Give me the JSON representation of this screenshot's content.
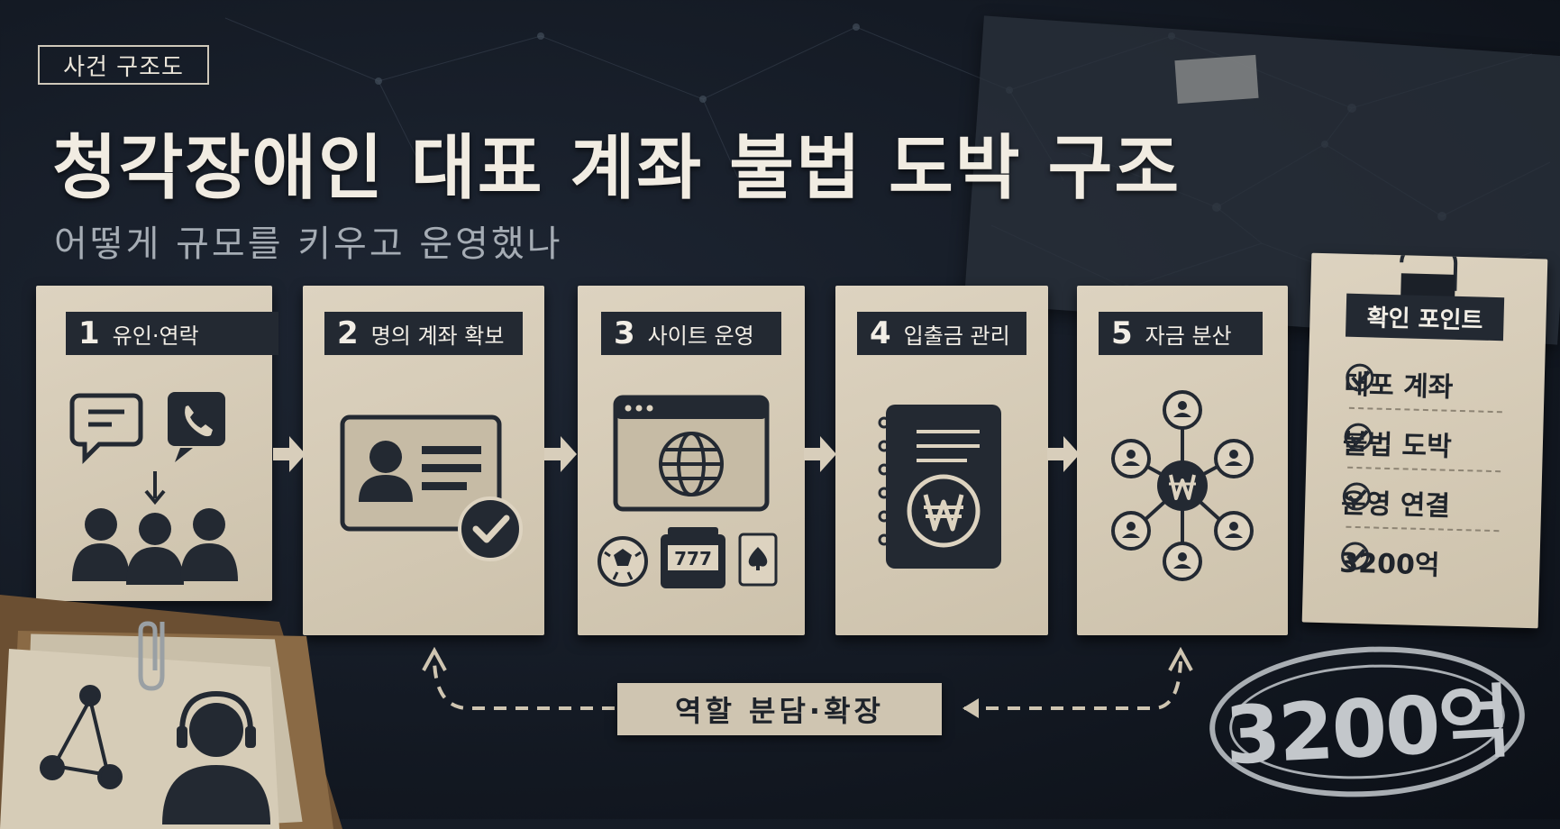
{
  "tag": "사건 구조도",
  "title": "청각장애인 대표 계좌 불법 도박 구조",
  "subtitle": "어떻게 규모를 키우고 운영했나",
  "steps": [
    {
      "num": "1",
      "label": "유인·연락"
    },
    {
      "num": "2",
      "label": "명의 계좌 확보"
    },
    {
      "num": "3",
      "label": "사이트 운영"
    },
    {
      "num": "4",
      "label": "입출금 관리"
    },
    {
      "num": "5",
      "label": "자금 분산"
    }
  ],
  "checklist": {
    "title": "확인 포인트",
    "items": [
      "대포 계좌",
      "불법 도박",
      "운영 연결",
      "3200억"
    ]
  },
  "role_label": "역할 분담·확장",
  "stamp": "3200억",
  "slot_symbols": "777",
  "icons": {
    "step1": [
      "chat-bubble-icon",
      "phone-icon",
      "down-arrow-icon",
      "people-group-icon"
    ],
    "step2": [
      "id-card-icon",
      "check-badge-icon"
    ],
    "step3": [
      "browser-window-icon",
      "globe-icon",
      "soccer-ball-icon",
      "slot-machine-icon",
      "spade-card-icon"
    ],
    "step4": [
      "ledger-book-icon",
      "won-coin-icon"
    ],
    "step5": [
      "network-icon",
      "won-coin-icon",
      "user-node-icon"
    ],
    "folder": [
      "network-diagram-icon",
      "headset-person-icon",
      "paper-clip-icon"
    ]
  },
  "colors": {
    "card": "#d8cebb",
    "dark": "#232932",
    "background": "#141a24"
  }
}
